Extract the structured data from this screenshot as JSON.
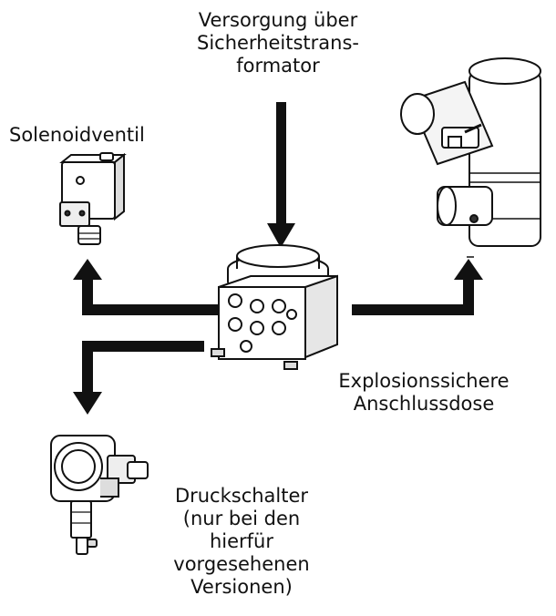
{
  "labels": {
    "supply": [
      "Versorgung über",
      "Sicherheitstrans-",
      "formator"
    ],
    "solenoid": [
      "Solenoidventil"
    ],
    "junction_box": [
      "Explosionssichere",
      "Anschlussdose"
    ],
    "pressure_switch": [
      "Druckschalter",
      "(nur bei den",
      "hierfür",
      "vorgesehenen",
      "Versionen)"
    ]
  },
  "colors": {
    "lines": "#111111",
    "background": "#ffffff"
  },
  "icons": [
    "solenoid-valve-icon",
    "camera-housing-icon",
    "junction-box-icon",
    "pressure-switch-icon"
  ]
}
